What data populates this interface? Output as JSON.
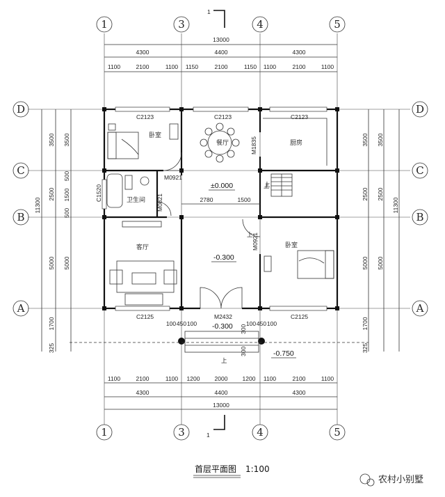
{
  "axes": {
    "top": [
      "1",
      "3",
      "4",
      "5"
    ],
    "bottom": [
      "1",
      "3",
      "4",
      "5"
    ],
    "left": [
      "D",
      "C",
      "B",
      "A"
    ],
    "right": [
      "D",
      "C",
      "B",
      "A"
    ]
  },
  "section_mark": "1",
  "dims_top": {
    "total": "13000",
    "mid": [
      "4300",
      "4400",
      "4300"
    ],
    "inner": [
      "1100",
      "2100",
      "1100",
      "1150",
      "2100",
      "1150",
      "1100",
      "2100",
      "1100"
    ]
  },
  "dims_bottom": {
    "inner": [
      "1100",
      "2100",
      "1100",
      "1200",
      "2000",
      "1200",
      "1100",
      "2100",
      "1100"
    ],
    "mid": [
      "4300",
      "4400",
      "4300"
    ],
    "total": "13000"
  },
  "dims_left": {
    "total": "11300",
    "mid": [
      "3500",
      "2500",
      "5000"
    ],
    "inner": [
      "3500",
      "500",
      "1500",
      "500",
      "5000"
    ],
    "outer": [
      "1700",
      "325"
    ]
  },
  "dims_right": {
    "total": "11300",
    "mid": [
      "3500",
      "2500",
      "5000"
    ],
    "inner": [
      "3500",
      "2500",
      "5000"
    ],
    "outer": [
      "1700",
      "325"
    ]
  },
  "windows": {
    "top": [
      "C2123",
      "C2123",
      "C2123"
    ],
    "bottom": [
      "C2125",
      "C2125"
    ],
    "toilet": "C1520"
  },
  "doors": {
    "bedroom_nw": "M0921",
    "toilet": "M0821",
    "kitchen": "M1835",
    "bedroom_e": "M0921",
    "entrance": "M2432"
  },
  "rooms": {
    "bedroom_nw": "卧室",
    "dining": "餐厅",
    "kitchen": "厨房",
    "toilet": "卫生间",
    "living": "客厅",
    "bedroom_e": "卧室"
  },
  "levels": {
    "hall": "±0.000",
    "living": "-0.300",
    "porch": "-0.300",
    "outside": "-0.750"
  },
  "misc_dims": {
    "hall_w": "2780",
    "hall_w2": "1500",
    "porch_step": "300",
    "porch_step2": "300",
    "col_small": [
      "100",
      "450",
      "100",
      "100",
      "450",
      "100"
    ]
  },
  "up_mark": "上",
  "drawing_title": "首层平面图",
  "scale": "1:100",
  "watermark": "农村小别墅"
}
